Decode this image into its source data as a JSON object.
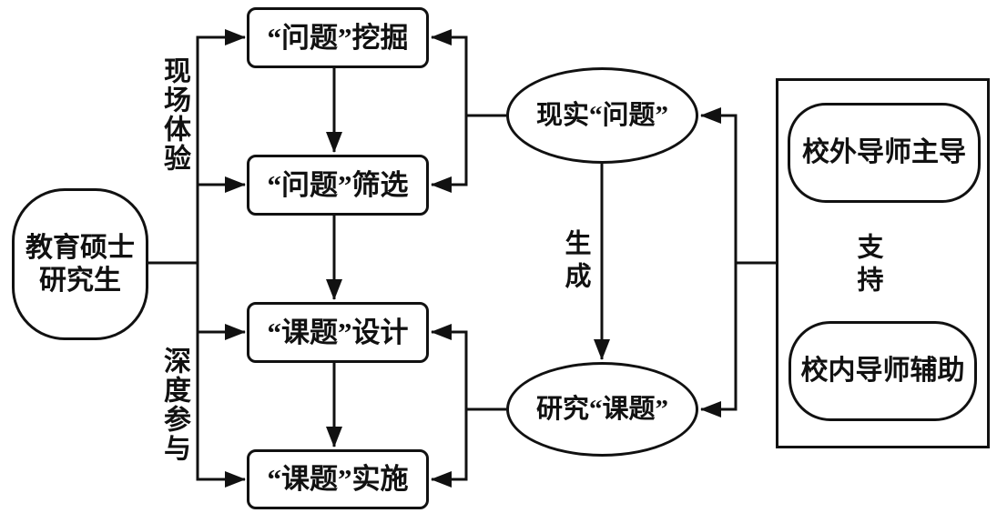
{
  "diagram": {
    "actor": {
      "line1": "教育硕士",
      "line2": "研究生"
    },
    "trunk_labels": {
      "top": "现场体验",
      "bottom": "深度参与"
    },
    "process_boxes": [
      {
        "id": "problem-mining",
        "label": "“问题”挖掘"
      },
      {
        "id": "problem-screening",
        "label": "“问题”筛选"
      },
      {
        "id": "topic-design",
        "label": "“课题”设计"
      },
      {
        "id": "topic-implementation",
        "label": "“课题”实施"
      }
    ],
    "ellipses": [
      {
        "id": "real-problem",
        "label": "现实“问题”"
      },
      {
        "id": "research-topic",
        "label": "研究“课题”"
      }
    ],
    "edge_labels": {
      "generate": "生成",
      "support": "支持"
    },
    "mentor_panel": {
      "boxes": [
        {
          "id": "external-mentor",
          "label": "校外导师主导"
        },
        {
          "id": "internal-mentor",
          "label": "校内导师辅助"
        }
      ]
    },
    "colors": {
      "ink": "#111111",
      "background": "#ffffff"
    }
  }
}
